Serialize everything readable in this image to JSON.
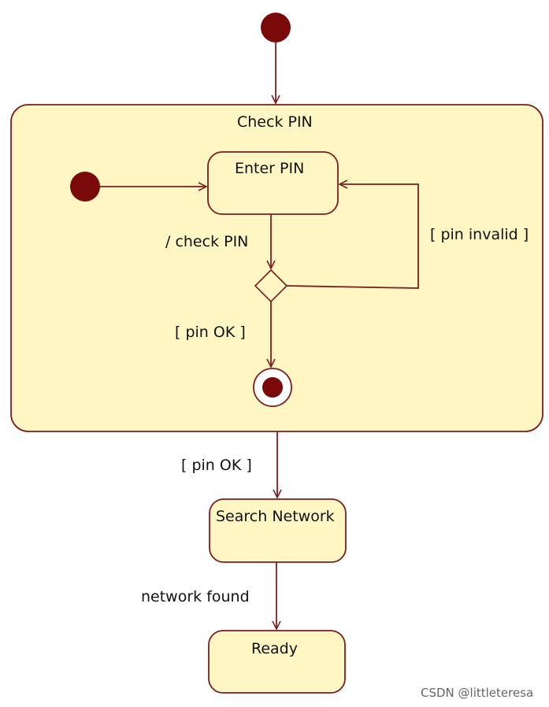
{
  "diagram": {
    "composite_state": {
      "title": "Check PIN"
    },
    "states": {
      "enter_pin": "Enter PIN",
      "search_network": "Search Network",
      "ready": "Ready"
    },
    "transitions": {
      "check_pin": "/ check PIN",
      "pin_invalid": "[ pin invalid ]",
      "inner_pin_ok": "[ pin OK ]",
      "outer_pin_ok": "[ pin OK ]",
      "network_found": "network found"
    }
  },
  "watermark": "CSDN @littleteresa",
  "colors": {
    "fill": "#FFF6C3",
    "stroke": "#7A1F1F",
    "node": "#7A0A0A",
    "text": "#111111"
  }
}
